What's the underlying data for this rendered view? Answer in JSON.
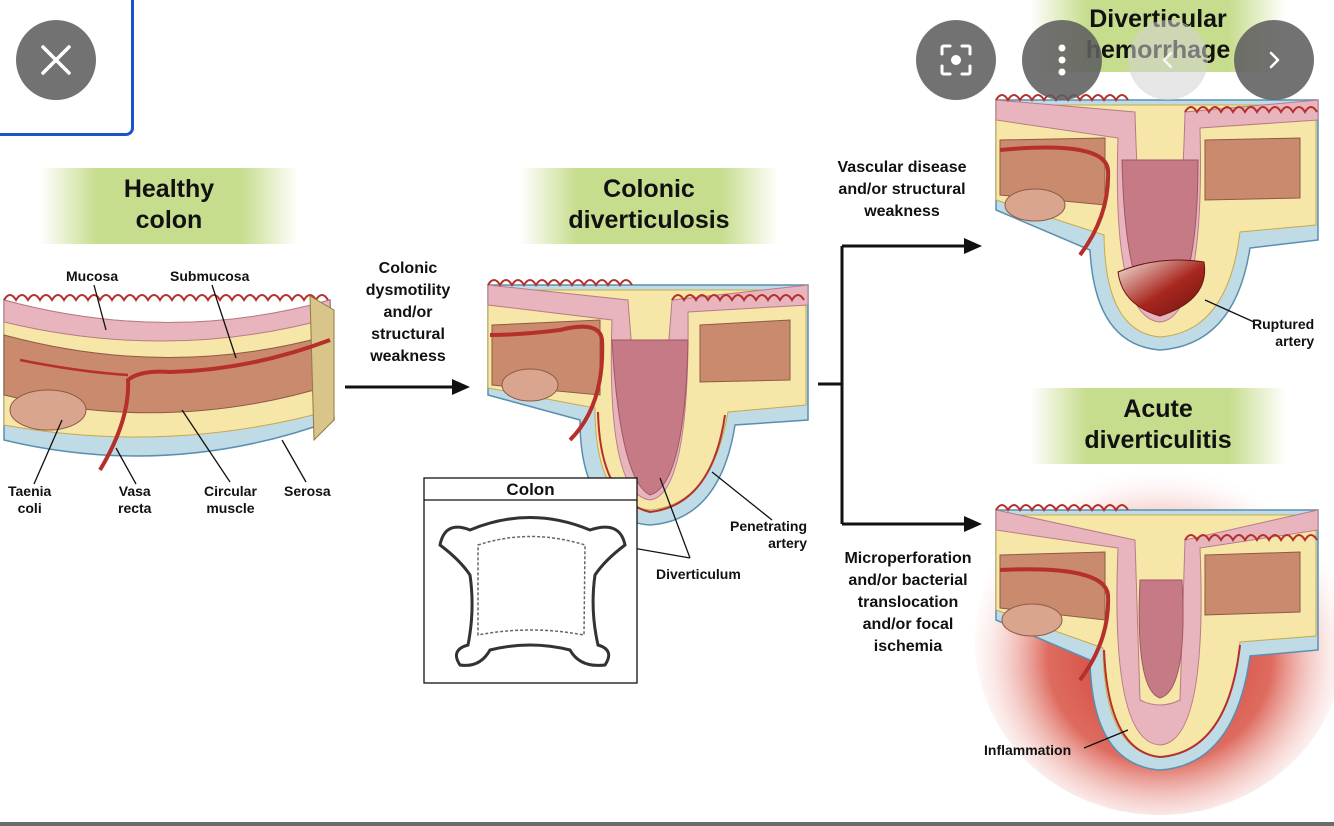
{
  "viewer": {
    "close_icon": "close-icon",
    "lens_icon": "lens-icon",
    "more_icon": "more-vertical-icon",
    "prev_icon": "chevron-left-icon",
    "next_icon": "chevron-right-icon"
  },
  "figure": {
    "healthy": {
      "title_line1": "Healthy",
      "title_line2": "colon",
      "mucosa": "Mucosa",
      "submucosa": "Submucosa",
      "taenia_line1": "Taenia",
      "taenia_line2": "coli",
      "vasa_line1": "Vasa",
      "vasa_line2": "recta",
      "circular_line1": "Circular",
      "circular_line2": "muscle",
      "serosa": "Serosa"
    },
    "arrow1": {
      "line1": "Colonic",
      "line2": "dysmotility",
      "line3": "and/or",
      "line4": "structural",
      "line5": "weakness"
    },
    "diverticulosis": {
      "title_line1": "Colonic",
      "title_line2": "diverticulosis",
      "penetrating_line1": "Penetrating",
      "penetrating_line2": "artery",
      "diverticulum": "Diverticulum",
      "colon_box": "Colon"
    },
    "branch_top": {
      "line1": "Vascular disease",
      "line2": "and/or structural",
      "line3": "weakness"
    },
    "hemorrhage": {
      "title_line1": "Diverticular",
      "title_line2": "hemorrhage",
      "ruptured_line1": "Ruptured",
      "ruptured_line2": "artery"
    },
    "branch_bottom": {
      "line1": "Microperforation",
      "line2": "and/or bacterial",
      "line3": "translocation",
      "line4": "and/or focal",
      "line5": "ischemia"
    },
    "diverticulitis": {
      "title_line1": "Acute",
      "title_line2": "diverticulitis",
      "inflammation": "Inflammation"
    }
  },
  "colors": {
    "mucosa": "#e8b4bd",
    "submucosa": "#f6e6a8",
    "muscle": "#c98a6e",
    "serosa": "#bfdbe6",
    "artery": "#b5302a",
    "title_band": "#c7dd8e",
    "inflammation": "#c8261c",
    "overlay_button": "#5f5f5f",
    "selection_border": "#1a56c9"
  }
}
